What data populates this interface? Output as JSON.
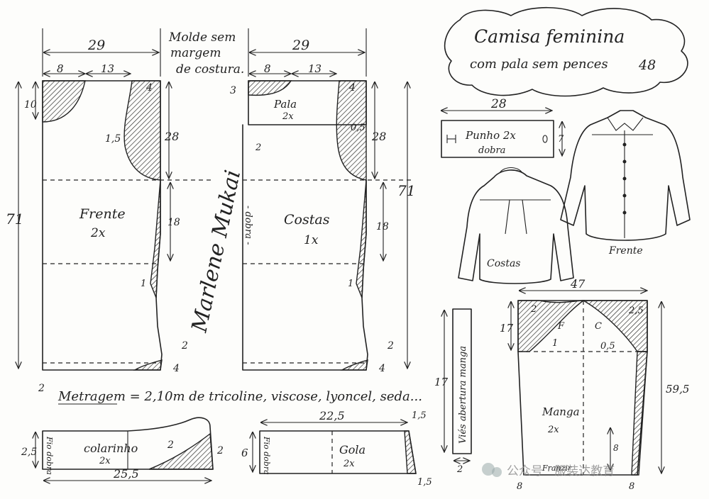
{
  "title": {
    "line1": "Camisa feminina",
    "line2": "com pala sem pences",
    "size": "48"
  },
  "note": {
    "line1": "Molde sem",
    "line2": "margem",
    "line3": "de costura."
  },
  "signature": "Marlene Mukai",
  "front": {
    "name": "Frente",
    "qty": "2x",
    "width": "29",
    "neck_w": "8",
    "shoulder_w": "13",
    "neck_drop": "10",
    "shoulder_drop": "4",
    "arm": "1,5",
    "armhole_h": "28",
    "length": "71",
    "waist": "18",
    "waist_in": "1",
    "hem_out": "2",
    "hem_up": "4",
    "bottom": "2"
  },
  "back": {
    "name": "Costas",
    "qty": "1x",
    "width": "29",
    "neck_w": "8",
    "shoulder_w": "13",
    "neck_drop": "3",
    "shoulder_drop": "4",
    "yoke": "Pala",
    "yoke_qty": "2x",
    "arm": "0,5",
    "armhole_h": "28",
    "length": "71",
    "waist": "18",
    "waist_in": "1",
    "hem_out": "2",
    "hem_up": "4",
    "fold": "- dobra -",
    "yoke_drop": "2"
  },
  "yardage": "Metragem = 2,10m de tricoline, viscose, lyoncel, seda...",
  "collar_stand": {
    "name": "colarinho",
    "qty": "2x",
    "fold": "Fio dobra",
    "length": "25,5",
    "h": "2,5",
    "tip": "2",
    "end": "2"
  },
  "collar": {
    "name": "Gola",
    "qty": "2x",
    "fold": "Fio dobra",
    "length": "22,5",
    "h": "6",
    "top": "1,5",
    "bottom": "1,5"
  },
  "cuff": {
    "name": "Punho 2x",
    "fold": "dobra",
    "length": "28",
    "h": "7"
  },
  "sketch": {
    "back_label": "Costas",
    "front_label": "Frente"
  },
  "sleeve": {
    "name": "Manga",
    "qty": "2x",
    "width": "47",
    "cap_h": "17",
    "cap_l": "2",
    "cap_r": "2,5",
    "cap_in": "1",
    "cap_in_r": "0,5",
    "letter_f": "F",
    "letter_c": "C",
    "length": "59,5",
    "gather": "Franzir",
    "gather_h": "8",
    "hem_l": "8",
    "hem_r": "8"
  },
  "placket": {
    "name": "Viés abertura manga",
    "length": "17",
    "w": "2"
  },
  "watermark": "公众号 · 服装达教育"
}
